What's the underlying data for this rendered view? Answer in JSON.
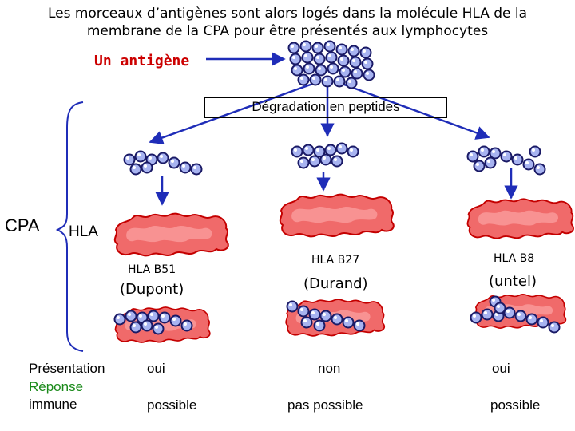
{
  "title": {
    "line1": "Les morceaux d’antigènes sont alors logés dans la molécule HLA de la",
    "line2": "membrane de la CPA pour être présentés aux lymphocytes"
  },
  "antigen_label": "Un antigène",
  "degradation_label": "Dégradation en peptides",
  "cpa_label": "CPA",
  "hla_label": "HLA",
  "columns": [
    {
      "hla_type": "HLA B51",
      "person": "(Dupont)",
      "presentation": "oui",
      "immune_response": "possible"
    },
    {
      "hla_type": "HLA B27",
      "person": "(Durand)",
      "presentation": "non",
      "immune_response": "pas possible"
    },
    {
      "hla_type": "HLA B8",
      "person": "(untel)",
      "presentation": "oui",
      "immune_response": "possible"
    }
  ],
  "row_labels": {
    "presentation": "Présentation",
    "response_line1": "Réponse",
    "response_line2": "immune"
  },
  "colors": {
    "membrane_fill": "#f06a6a",
    "membrane_stroke": "#c40000",
    "bead_fill": "#a7b3f0",
    "bead_stroke": "#1a1a66",
    "response_label": "#1a8a1a",
    "brace": "#1f2db8",
    "arrow": "#1f2db8",
    "antigen_label": "#cc0000"
  }
}
